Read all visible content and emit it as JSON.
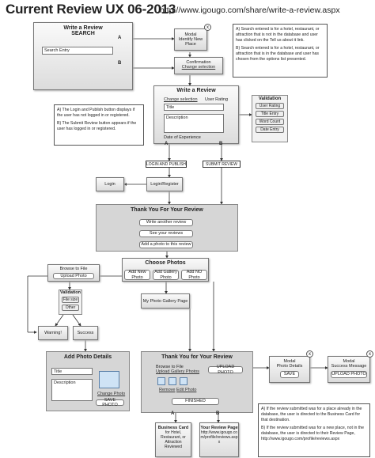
{
  "header": {
    "title": "Current Review UX 06-2013",
    "url": "http://www.igougo.com/share/write-a-review.aspx"
  },
  "search": {
    "title": "Write a Review",
    "subtitle": "SEARCH",
    "entry": "Search Entry",
    "path_a": "A",
    "path_b": "B"
  },
  "modal_new_place": {
    "line1": "Modal",
    "line2": "Identify New Place"
  },
  "confirmation": {
    "title": "Confirmation",
    "link": "Change selection"
  },
  "note_search": {
    "a": "A) Search entered is for a hotel, restaurant, or attraction that is not in the database and user has clicked on the Tell us about it link.",
    "b": "B) Search entered is for a hotel, restaurant, or attraction that is in the database and user has chosen from the options list presented."
  },
  "write_review": {
    "title": "Write a Review",
    "change_link": "Change selection",
    "user_rating": "User Rating",
    "title_label": "Title",
    "description_label": "Description",
    "date_label": "Date of Experience",
    "path_a": "A",
    "path_b": "B"
  },
  "validation": {
    "title": "Validation",
    "items": [
      "User Rating",
      "Title Entry",
      "Word Count",
      "Date Entry"
    ]
  },
  "note_login": {
    "a": "A) The Login and Publish button displays if the user has not logged in or registered.",
    "b": "B) The Submit Review button appears if the user has logged in or registered."
  },
  "buttons": {
    "login_publish": "LOGIN AND PUBLISH",
    "submit_review": "SUBMIT REVIEW",
    "login": "Login",
    "login_register": "Login/Register"
  },
  "thank_you_1": {
    "title": "Thank You For Your Review",
    "btn1": "Write another review",
    "btn2": "See your reviews",
    "btn3": "Add a photo to this review"
  },
  "choose_photos": {
    "title": "Choose Photos",
    "opt1": "Add New Photo",
    "opt2": "Add Gallery Photo",
    "opt3": "Add NO Photo"
  },
  "browse": {
    "title": "Browse to File",
    "button": "Upload Photo"
  },
  "validation2": {
    "title": "Validation",
    "items": [
      "File size",
      "Other"
    ]
  },
  "warning": "Warning!",
  "success": "Success",
  "gallery_page": "My Photo Gallery Page",
  "add_photo_details": {
    "title": "Add Photo Details",
    "title_label": "Title",
    "description_label": "Description",
    "change_photo": "Change Photo",
    "save_photo": "SAVE PHOTO"
  },
  "thank_you_2": {
    "title": "Thank You for Your Review",
    "browse": "Browse to File",
    "upload_gallery": "Upload Gallery Photos",
    "upload_photo": "UPLOAD PHOTO",
    "remove": "Remove",
    "edit_photo": "Edit Photo",
    "finished": "FINISHED",
    "path_a": "A",
    "path_b": "B"
  },
  "modal_details": {
    "line1": "Modal",
    "line2": "Photo Details",
    "save": "SAVE"
  },
  "modal_success": {
    "line1": "Modal",
    "line2": "Success Message",
    "upload": "UPLOAD PHOTO"
  },
  "business_card": {
    "title": "Business Card",
    "text": "for Hotel, Restaurant, or Attraction Reviewed"
  },
  "review_page": {
    "title": "Your Review Page",
    "text": "http://www.igougo.com/profile/reviews.aspx"
  },
  "note_final": {
    "a": "A) If the review submitted was for a place already in the database, the user is directed to the Business Card for that destination.",
    "b": "B) If the review submitted was for a new place, not in the database, the user is directed to their Review Page, http://www.igougo.com/profile/reviews.aspx"
  },
  "close_glyph": "x"
}
